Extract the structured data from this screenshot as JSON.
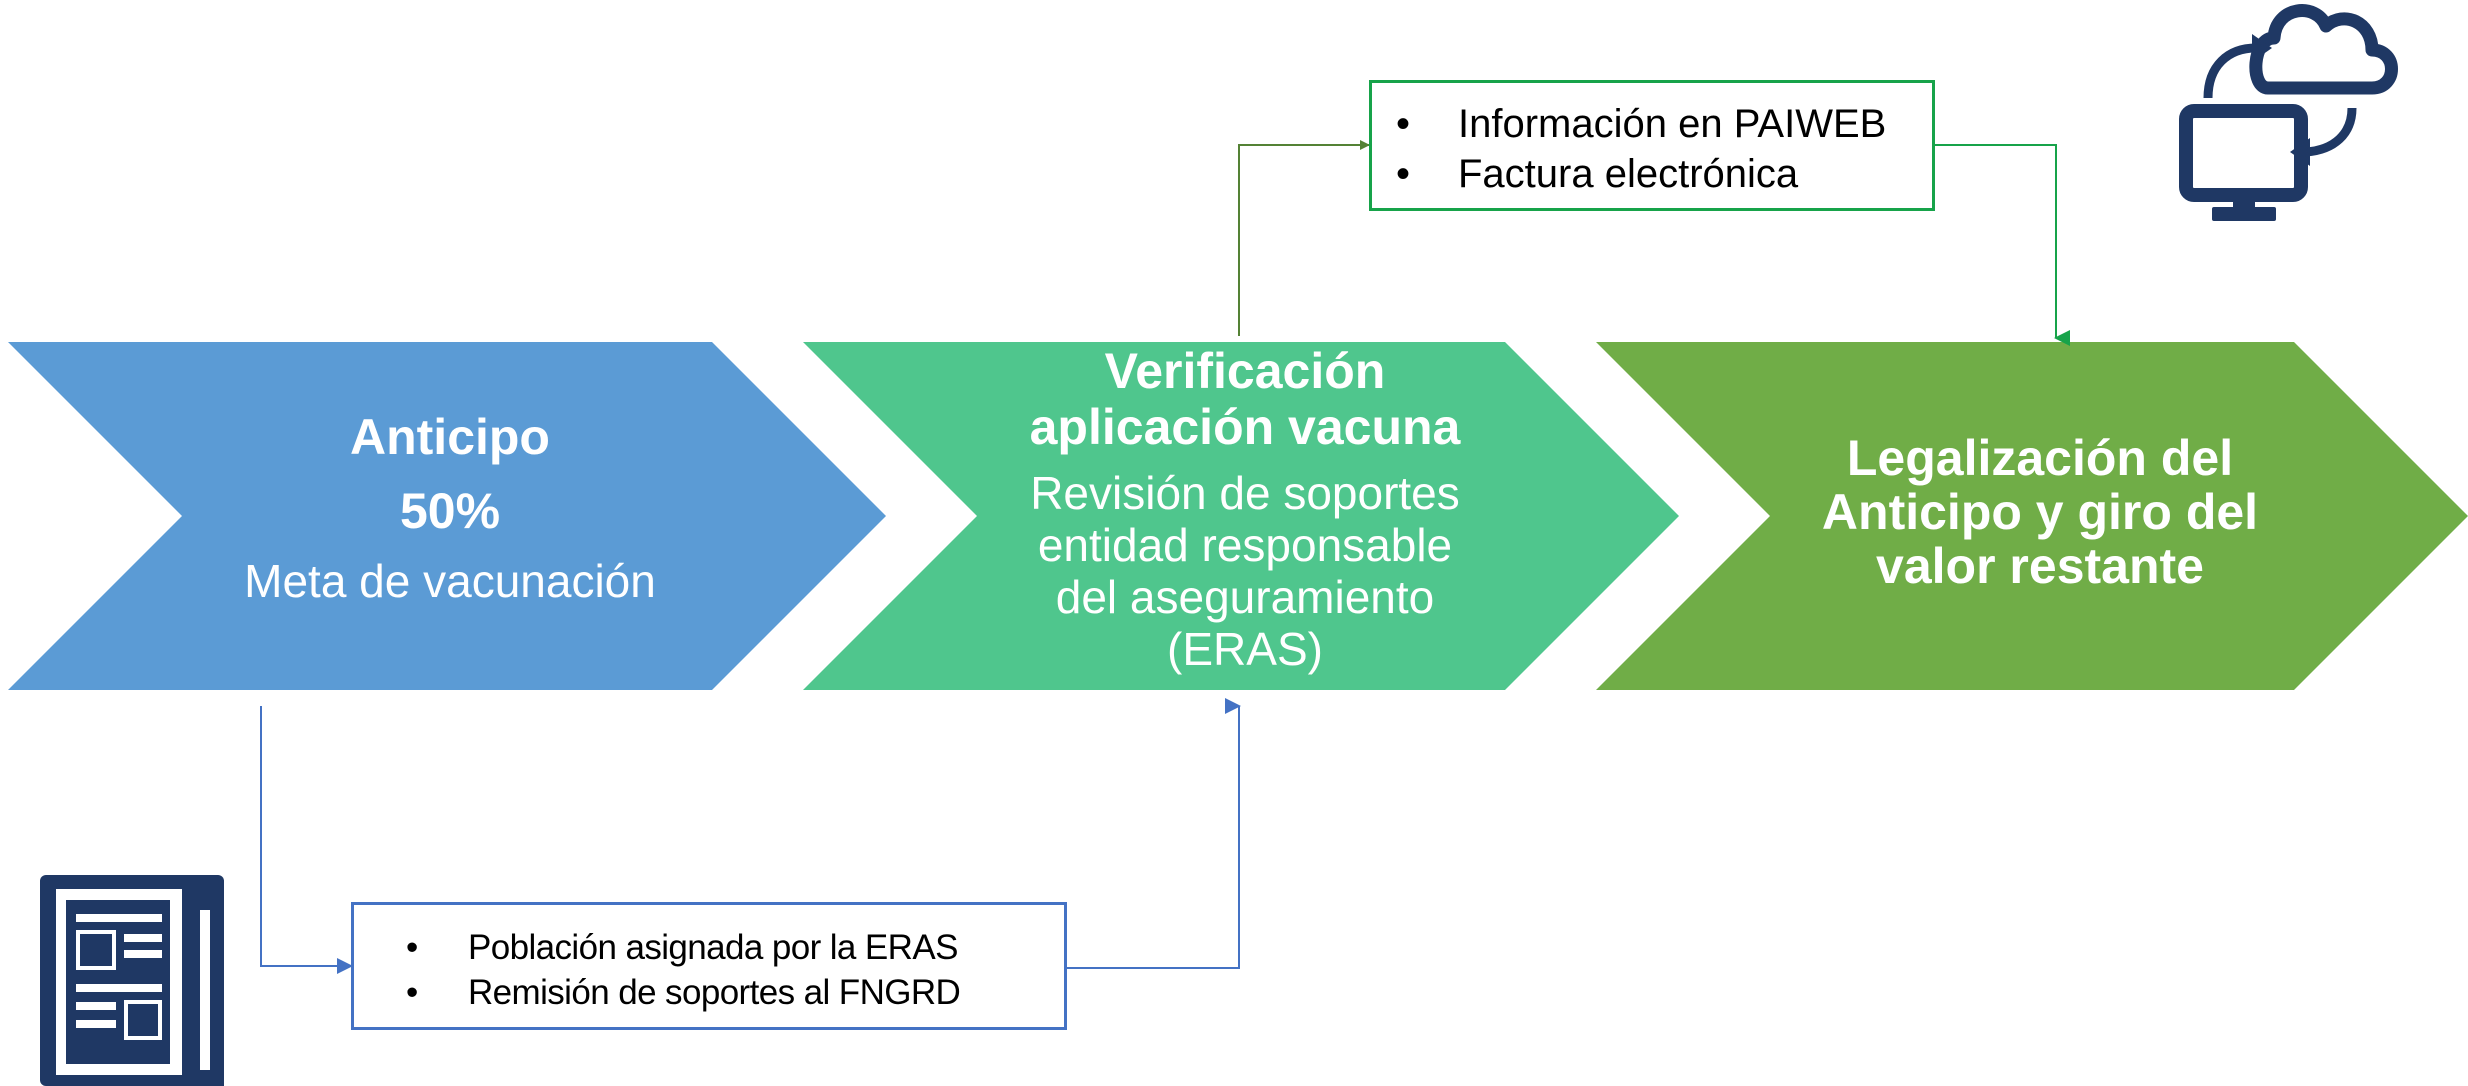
{
  "colors": {
    "step1": "#5b9bd5",
    "step2": "#4fc68d",
    "step3": "#70ad47",
    "top_box_border": "#17a34a",
    "bottom_box_border": "#4472c4",
    "top_connector": "#548235",
    "icon_navy": "#1f3864"
  },
  "steps": [
    {
      "title": "Anticipo",
      "subtitle": "50%",
      "detail": "Meta de vacunación"
    },
    {
      "title_line1": "Verificación",
      "title_line2": "aplicación vacuna",
      "detail_line1": "Revisión de soportes",
      "detail_line2": "entidad responsable",
      "detail_line3": "del aseguramiento",
      "detail_line4": "(ERAS)"
    },
    {
      "title_line1": "Legalización del",
      "title_line2": "Anticipo y giro del",
      "title_line3": "valor restante"
    }
  ],
  "top_box": {
    "items": [
      "Información en PAIWEB",
      "Factura electrónica"
    ]
  },
  "bottom_box": {
    "items": [
      "Población asignada por la ERAS",
      "Remisión de soportes al FNGRD"
    ]
  },
  "icons": {
    "top_right": "computer-cloud-sync-icon",
    "bottom_left": "newspaper-icon"
  }
}
